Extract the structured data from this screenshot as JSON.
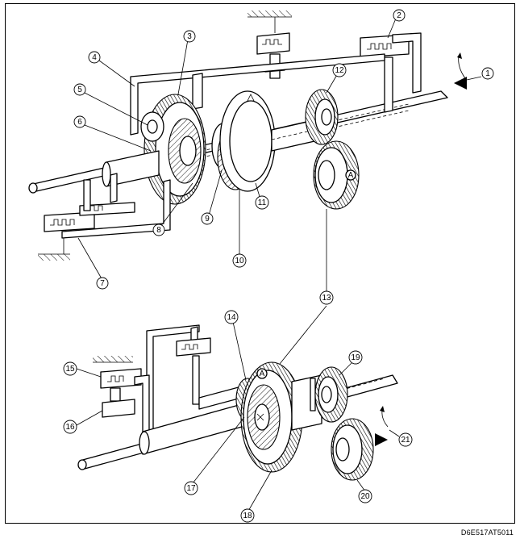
{
  "callouts": [
    {
      "id": "c1",
      "label": "1"
    },
    {
      "id": "c2",
      "label": "2"
    },
    {
      "id": "c3",
      "label": "3"
    },
    {
      "id": "c4",
      "label": "4"
    },
    {
      "id": "c5",
      "label": "5"
    },
    {
      "id": "c6",
      "label": "6"
    },
    {
      "id": "c7",
      "label": "7"
    },
    {
      "id": "c8",
      "label": "8"
    },
    {
      "id": "c9",
      "label": "9"
    },
    {
      "id": "c10",
      "label": "10"
    },
    {
      "id": "c11",
      "label": "11"
    },
    {
      "id": "c12",
      "label": "12"
    },
    {
      "id": "c13",
      "label": "13"
    },
    {
      "id": "c14",
      "label": "14"
    },
    {
      "id": "c15",
      "label": "15"
    },
    {
      "id": "c16",
      "label": "16"
    },
    {
      "id": "c17",
      "label": "17"
    },
    {
      "id": "c18",
      "label": "18"
    },
    {
      "id": "c19",
      "label": "19"
    },
    {
      "id": "c20",
      "label": "20"
    },
    {
      "id": "c21",
      "label": "21"
    }
  ],
  "gear_marks": {
    "upper_a": "A",
    "lower_a": "A"
  },
  "reference_code": "D6E517AT5011",
  "colors": {
    "line": "#000000",
    "background": "#ffffff"
  }
}
